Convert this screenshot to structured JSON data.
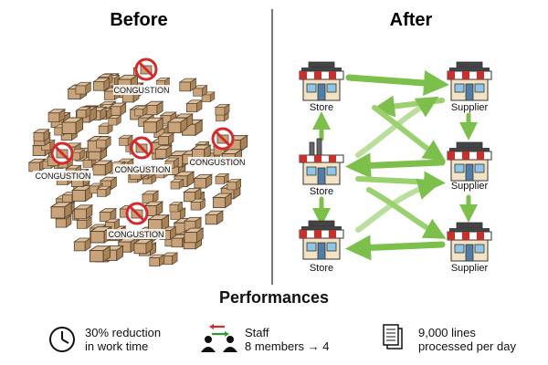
{
  "before": {
    "title": "Before",
    "congestion_label": "CONGUSTION",
    "box_color": "#c9a47a",
    "no_sign_color": "#d42a2a"
  },
  "after": {
    "title": "After",
    "stores": [
      {
        "label": "Store"
      },
      {
        "label": "Store"
      },
      {
        "label": "Store"
      }
    ],
    "suppliers": [
      {
        "label": "Supplier"
      },
      {
        "label": "Supplier"
      },
      {
        "label": "Supplier"
      }
    ],
    "arrow_color": "#7cc04b",
    "awning_color": "#c9302c"
  },
  "performances": {
    "title": "Performances",
    "items": [
      {
        "icon": "clock-icon",
        "line1": "30% reduction",
        "line2": "in work time"
      },
      {
        "icon": "staff-icon",
        "line1": "Staff",
        "line2": "8 members → 4"
      },
      {
        "icon": "document-icon",
        "line1": "9,000 lines",
        "line2": "processed per day"
      }
    ]
  }
}
